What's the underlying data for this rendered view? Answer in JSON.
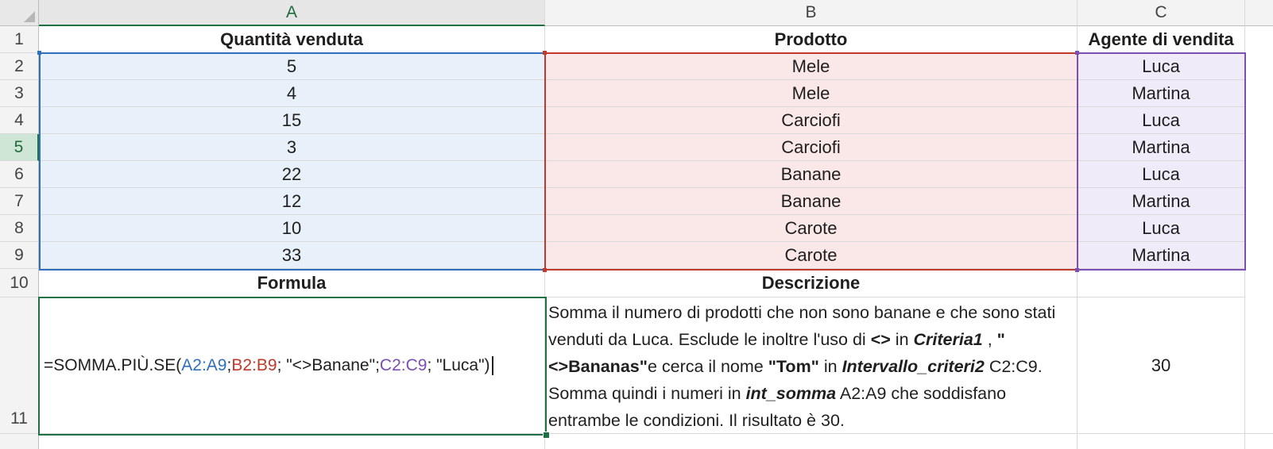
{
  "columns": [
    "A",
    "B",
    "C"
  ],
  "rows": [
    "1",
    "2",
    "3",
    "4",
    "5",
    "6",
    "7",
    "8",
    "9",
    "10",
    "11"
  ],
  "header_row": {
    "a": "Quantità venduta",
    "b": "Prodotto",
    "c": "Agente di vendita"
  },
  "data_rows": [
    {
      "a": "5",
      "b": "Mele",
      "c": "Luca"
    },
    {
      "a": "4",
      "b": "Mele",
      "c": "Martina"
    },
    {
      "a": "15",
      "b": "Carciofi",
      "c": "Luca"
    },
    {
      "a": "3",
      "b": "Carciofi",
      "c": "Martina"
    },
    {
      "a": "22",
      "b": "Banane",
      "c": "Luca"
    },
    {
      "a": "12",
      "b": "Banane",
      "c": "Martina"
    },
    {
      "a": "10",
      "b": "Carote",
      "c": "Luca"
    },
    {
      "a": "33",
      "b": "Carote",
      "c": "Martina"
    }
  ],
  "row10": {
    "a": "Formula",
    "b": "Descrizione"
  },
  "formula": {
    "prefix": "=SOMMA.PIÙ.SE(",
    "range_a": "A2:A9",
    "sep1": "; ",
    "range_b": "B2:B9",
    "arg1": "; \"<>Banane\"; ",
    "range_c": "C2:C9",
    "arg2": "; \"Luca\")"
  },
  "description": {
    "t1": "Somma il numero di prodotti che non sono banane e che sono stati venduti da Luca. Esclude le inoltre l'uso di ",
    "b1": "<>",
    "t2": " in ",
    "bi1": "Criteria1",
    "t3": " , ",
    "b2": "\"<>Bananas\"",
    "t4": "e cerca il nome ",
    "b3": "\"Tom\"",
    "t5": " in ",
    "bi2": "Intervallo_criteri2",
    "t6": " C2:C9. Somma quindi i numeri in ",
    "bi3": "int_somma",
    "t7": "  A2:A9 che soddisfano entrambe le condizioni. Il risultato è 30."
  },
  "result": "30",
  "colors": {
    "range_a": "#2f6fbd",
    "range_b": "#c0392b",
    "range_c": "#7b4fb3",
    "active_cell": "#1e7145"
  }
}
